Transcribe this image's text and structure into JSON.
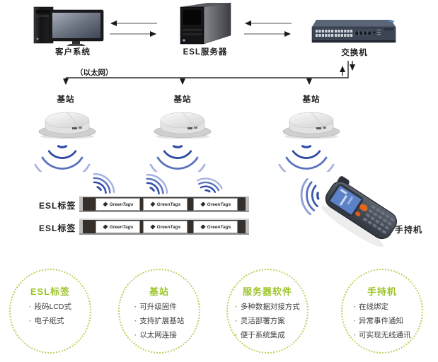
{
  "diagram": {
    "client_label": "客户系统",
    "server_label": "ESL服务器",
    "switch_label": "交换机",
    "ethernet_label": "（以太网）",
    "base_station_labels": [
      "基站",
      "基站",
      "基站"
    ],
    "tag_row_labels": [
      "ESL标签",
      "ESL标签"
    ],
    "handheld_label": "手持机",
    "tag_brand": "GreenTags"
  },
  "features": [
    {
      "title": "ESL标签",
      "items": [
        "段码LCD式",
        "电子纸式"
      ]
    },
    {
      "title": "基站",
      "items": [
        "可升级固件",
        "支持扩展基站",
        "以太网连接"
      ]
    },
    {
      "title": "服务器软件",
      "items": [
        "多种数据对接方式",
        "灵活部署方案",
        "便于系统集成"
      ]
    },
    {
      "title": "手持机",
      "items": [
        "在线绑定",
        "异常事件通知",
        "可实现无线通讯"
      ]
    }
  ],
  "colors": {
    "accent_green": "#9cc428",
    "dotted_circle": "#bdd05e",
    "wifi_dark": "#2e4da5",
    "wifi_mid": "#5a71bd",
    "wifi_light": "#a6b2e0",
    "strip_dark": "#35302b",
    "switch_body": "#3c4553",
    "arrow_line": "#8c8c8c"
  }
}
